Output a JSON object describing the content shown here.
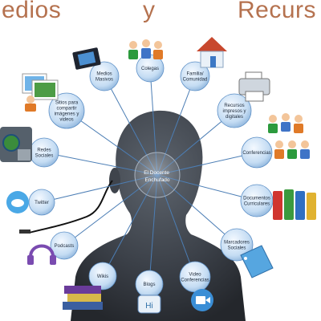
{
  "title": {
    "part1": "edios",
    "part2": "y",
    "part3": "Recurs"
  },
  "center": {
    "lines": [
      "El Docente",
      "Enchufado"
    ]
  },
  "nodes": [
    {
      "id": "medios-masivos",
      "lines": [
        "Medios",
        "Masivos"
      ]
    },
    {
      "id": "colegas",
      "lines": [
        "Colegas"
      ]
    },
    {
      "id": "familia-comunidad",
      "lines": [
        "Familia/",
        "Comunidad"
      ]
    },
    {
      "id": "sitios-para-compartir",
      "lines": [
        "Sitios para",
        "compartir",
        "imágenes y",
        "videos"
      ]
    },
    {
      "id": "recursos-impresos",
      "lines": [
        "Recursos",
        "impresos y",
        "digitales"
      ]
    },
    {
      "id": "redes-sociales",
      "lines": [
        "Redes",
        "Sociales"
      ]
    },
    {
      "id": "conferencias",
      "lines": [
        "Conferencias"
      ]
    },
    {
      "id": "twitter",
      "lines": [
        "Twitter"
      ]
    },
    {
      "id": "documentos-curriculares",
      "lines": [
        "Documentos",
        "Curriculares"
      ]
    },
    {
      "id": "podcasts",
      "lines": [
        "Podcasts"
      ]
    },
    {
      "id": "marcadores-sociales",
      "lines": [
        "Marcadores",
        "Sociales"
      ]
    },
    {
      "id": "wikis",
      "lines": [
        "Wikis"
      ]
    },
    {
      "id": "blogs",
      "lines": [
        "Blogs"
      ]
    },
    {
      "id": "video-conferencias",
      "lines": [
        "Video",
        "Conferencias"
      ]
    }
  ],
  "icons": [
    "film-icon",
    "colleagues-icon",
    "house-icon",
    "pictures-icon",
    "printer-icon",
    "globe-network-icon",
    "people-group-icon",
    "twitter-bird-icon",
    "binders-icon",
    "headphones-podcast-icon",
    "bookmark-tag-icon",
    "books-icon",
    "blog-icon",
    "video-camera-icon"
  ],
  "colors": {
    "title": "#b5724f",
    "node": "#bcd8f2",
    "node_border": "#5c8fc6",
    "head": "#3a3f46",
    "line": "#4c7eb5"
  }
}
